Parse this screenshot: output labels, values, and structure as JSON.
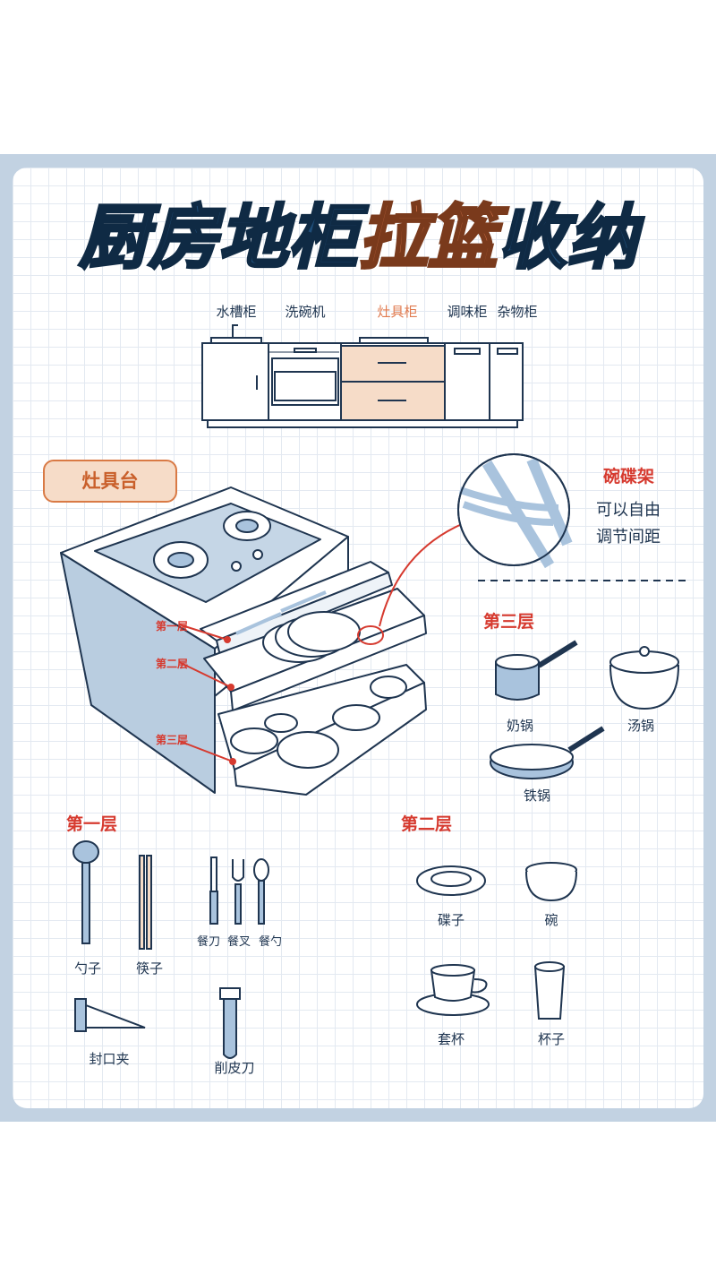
{
  "title": {
    "part1": "厨房地柜",
    "part2": "拉篮",
    "part3": "收纳"
  },
  "cabinet_labels": {
    "sink": "水槽柜",
    "dishwasher": "洗碗机",
    "stove": "灶具柜",
    "seasoning": "调味柜",
    "sundries": "杂物柜"
  },
  "stove_badge": "灶具台",
  "rack_note": {
    "title": "碗碟架",
    "line1": "可以自由",
    "line2": "调节间距"
  },
  "layers": {
    "first": "第一层",
    "second": "第二层",
    "third": "第三层"
  },
  "third_layer_items": {
    "milk_pot": "奶锅",
    "soup_pot": "汤锅",
    "iron_pan": "铁锅"
  },
  "first_layer_items": {
    "ladle": "勺子",
    "chopsticks": "筷子",
    "knife": "餐刀",
    "fork": "餐叉",
    "spoon": "餐勺",
    "clip": "封口夹",
    "peeler": "削皮刀"
  },
  "second_layer_items": {
    "plate": "碟子",
    "bowl": "碗",
    "cup_set": "套杯",
    "glass": "杯子"
  },
  "colors": {
    "navy": "#1f3550",
    "orange": "#e07a4f",
    "red": "#d63a2f",
    "frame_blue": "#c2d2e2",
    "item_fill": "#a9c3dd"
  }
}
